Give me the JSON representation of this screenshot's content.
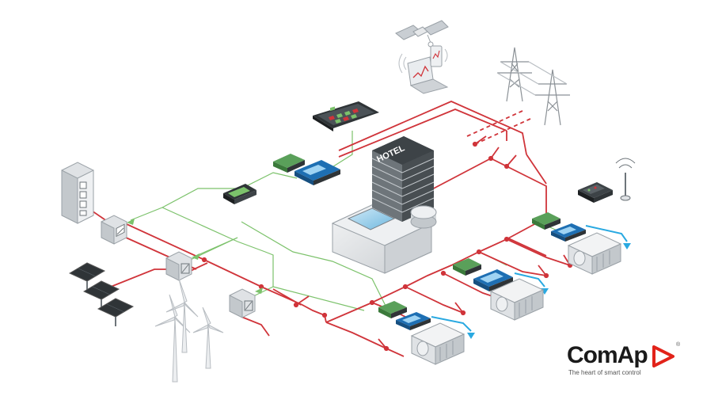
{
  "diagram": {
    "building_sign": "HOTEL",
    "brand": {
      "name": "ComAp",
      "tagline": "The heart of smart control",
      "registered": "®"
    },
    "colors": {
      "power_line": "#d0343a",
      "control_line": "#7cc26b",
      "cooling_line": "#29a9e1",
      "device_dark": "#2f3437",
      "device_green": "#5aa05a",
      "controller_blue": "#1e6fb3",
      "brand_red": "#e2231a"
    },
    "icons": [
      "satellite-icon",
      "laptop-icon",
      "smartphone-icon",
      "transmission-tower-icon",
      "touch-display-icon",
      "hotel-building-icon",
      "electrical-cabinet-icon",
      "inverter-icon",
      "solar-panel-icon",
      "wind-turbine-icon",
      "controller-icon",
      "generator-icon",
      "antenna-icon",
      "breaker-switch-icon"
    ]
  }
}
